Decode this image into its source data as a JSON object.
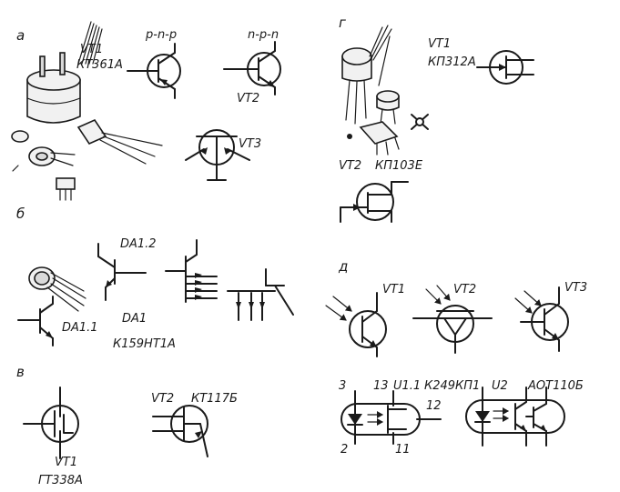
{
  "sections": {
    "a": "а",
    "b": "б",
    "v": "в",
    "g": "г",
    "d": "д"
  },
  "labels": {
    "a_vt1": "VT1",
    "a_kt361a": "КТ361А",
    "a_pnp": "p-n-p",
    "a_npn": "n-p-n",
    "a_vt2": "VT2",
    "a_vt3": "VT3",
    "b_da12": "DA1.2",
    "b_da11": "DA1.1",
    "b_da1": "DA1",
    "b_k159": "К159НТ1А",
    "v_vt2": "VT2",
    "v_kt117b": "КТ117Б",
    "v_vt1": "VT1",
    "v_gt338a": "ГТ338А",
    "g_vt1": "VT1",
    "g_kp312a": "КП312А",
    "g_vt2": "VT2",
    "g_kp103e": "КП103Е",
    "d_vt1": "VT1",
    "d_vt2": "VT2",
    "d_vt3": "VT3",
    "d_pin3": "3",
    "d_pin13": "13",
    "d_u11": "U1.1",
    "d_k249": "К249КП1",
    "d_pin12": "12",
    "d_pin2": "2",
    "d_pin11": "11",
    "d_u2": "U2",
    "d_aot": "АОТ110Б"
  }
}
